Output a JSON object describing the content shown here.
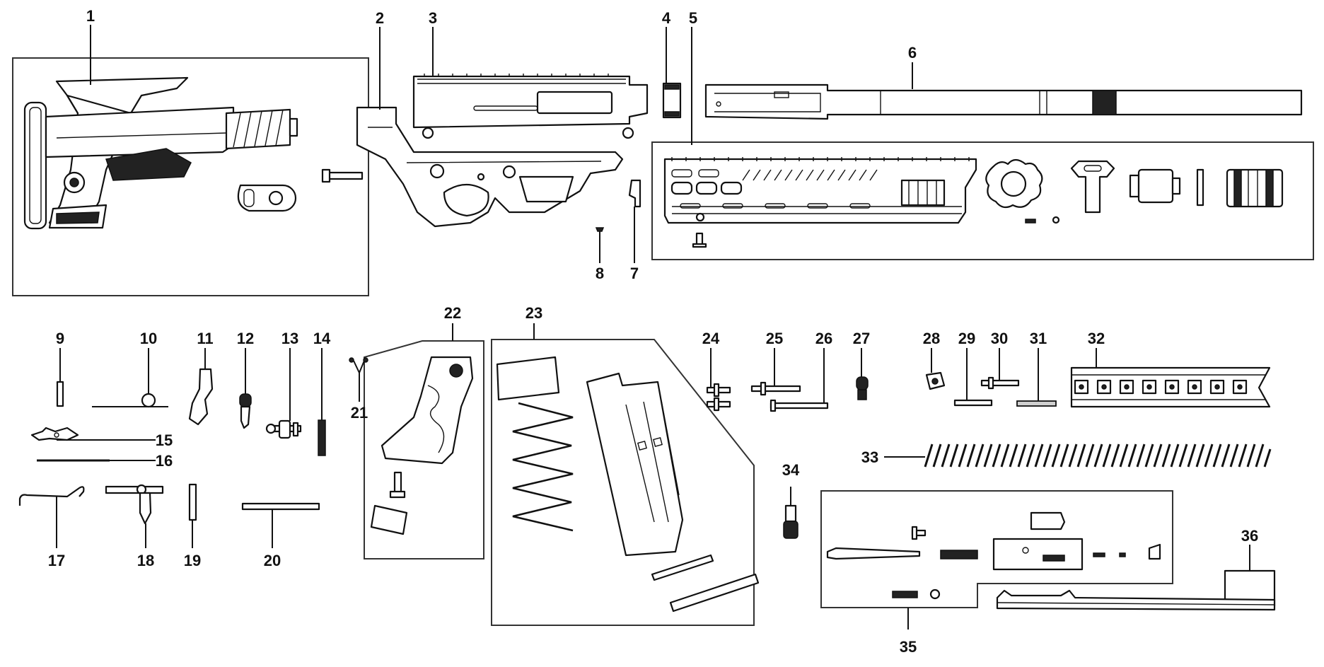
{
  "diagram": {
    "part_numbers": [
      "1",
      "2",
      "3",
      "4",
      "5",
      "6",
      "7",
      "8",
      "9",
      "10",
      "11",
      "12",
      "13",
      "14",
      "15",
      "16",
      "17",
      "18",
      "19",
      "20",
      "21",
      "22",
      "23",
      "24",
      "25",
      "26",
      "27",
      "28",
      "29",
      "30",
      "31",
      "32",
      "33",
      "34",
      "35",
      "36"
    ],
    "colors": {
      "line": "#111111",
      "box": "#333333",
      "background": "#ffffff",
      "fill_dark": "#222222",
      "fill_grey": "#cfcfcf"
    }
  }
}
